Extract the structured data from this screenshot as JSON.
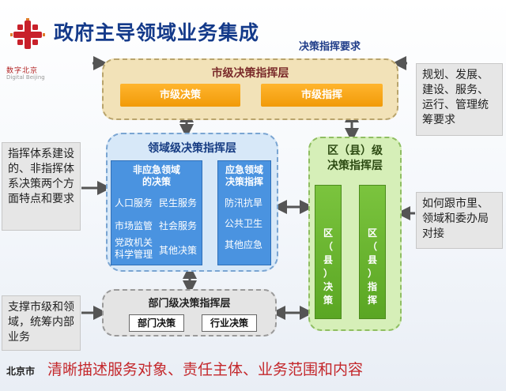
{
  "header": {
    "title": "政府主导领域业务集成",
    "logo_text_cn": "数字北京",
    "logo_text_en": "Digital Beijing",
    "requirement_label": "决策指挥要求"
  },
  "city_layer": {
    "title": "市级决策指挥层",
    "left_box": "市级决策",
    "right_box": "市级指挥"
  },
  "field_layer": {
    "title": "领域级决策指挥层",
    "non_emergency": {
      "title": "非应急领域的决策",
      "rows": [
        [
          "人口服务",
          "民生服务"
        ],
        [
          "市场监管",
          "社会服务"
        ],
        [
          "党政机关科学管理",
          "其他决策"
        ]
      ]
    },
    "emergency": {
      "title": "应急领域决策指挥",
      "items": [
        "防汛抗旱",
        "公共卫生",
        "其他应急"
      ]
    }
  },
  "district_layer": {
    "title_line1": "区（县）级",
    "title_line2": "决策指挥层",
    "left_col": [
      "区",
      "（",
      "县",
      "）",
      "决",
      "策"
    ],
    "right_col": [
      "区",
      "（",
      "县",
      "）",
      "指",
      "挥"
    ]
  },
  "dept_layer": {
    "title": "部门级决策指挥层",
    "left_btn": "部门决策",
    "right_btn": "行业决策"
  },
  "notes": {
    "left_top": "指挥体系建设的、非指挥体系决策两个方面特点和要求",
    "left_bottom": "支撑市级和领域，统筹内部业务",
    "right_top": "规划、发展、建设、服务、运行、管理统筹要求",
    "right_middle": "如何跟市里、领域和委办局对接"
  },
  "footer": {
    "text": "清晰描述服务对象、责任主体、业务范围和内容",
    "left_fragment": "北京市"
  },
  "colors": {
    "title": "#143a8a",
    "orange": "#f7a21c",
    "blue": "#4a93e0",
    "green": "#6db535",
    "footer_red": "#c4282c"
  }
}
